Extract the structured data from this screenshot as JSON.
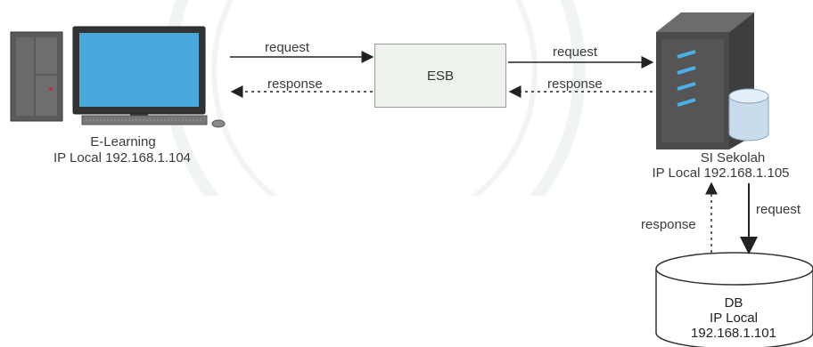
{
  "diagram": {
    "client": {
      "name": "E-Learning",
      "ip": "IP Local 192.168.1.104",
      "icon": "desktop-computer-icon"
    },
    "middleware": {
      "name": "ESB"
    },
    "server": {
      "name": "SI Sekolah",
      "ip": "IP Local 192.168.1.105",
      "icon": "server-tower-icon"
    },
    "database": {
      "line1": "DB",
      "line2": "IP Local",
      "line3": "192.168.1.101",
      "icon": "database-cylinder-icon"
    },
    "flows": {
      "client_to_esb": "request",
      "esb_to_client": "response",
      "esb_to_server": "request",
      "server_to_esb": "response",
      "server_to_db": "request",
      "db_to_server": "response"
    },
    "colors": {
      "box_fill": "#eef2ec",
      "line": "#222222",
      "monitor_screen": "#4aa8dc",
      "server_body": "#4a4a4a",
      "server_light": "#4ab0e8",
      "db_fill": "#c8dcec"
    }
  }
}
